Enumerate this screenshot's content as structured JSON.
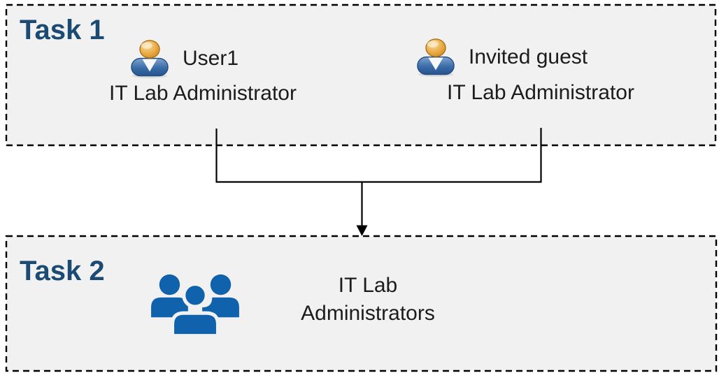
{
  "colors": {
    "background": "#ffffff",
    "box_fill": "#f1f1f1",
    "box_border": "#000000",
    "connector": "#000000",
    "task_label": "#1b4a72",
    "body_text": "#1c1c1c",
    "group_icon": "#1062ad",
    "person_head": "#e8a63e",
    "person_head_light": "#f8dd9c",
    "person_body": "#3a6ca8",
    "person_body_light": "#7fa3ce"
  },
  "task1": {
    "label": "Task 1",
    "users": [
      {
        "name": "User1",
        "role": "IT Lab Administrator",
        "icon": "person-icon"
      },
      {
        "name": "Invited guest",
        "role": "IT Lab Administrator",
        "icon": "person-icon"
      }
    ]
  },
  "task2": {
    "label": "Task 2",
    "group": {
      "icon": "people-group-icon",
      "name_line1": "IT Lab",
      "name_line2": "Administrators"
    }
  }
}
